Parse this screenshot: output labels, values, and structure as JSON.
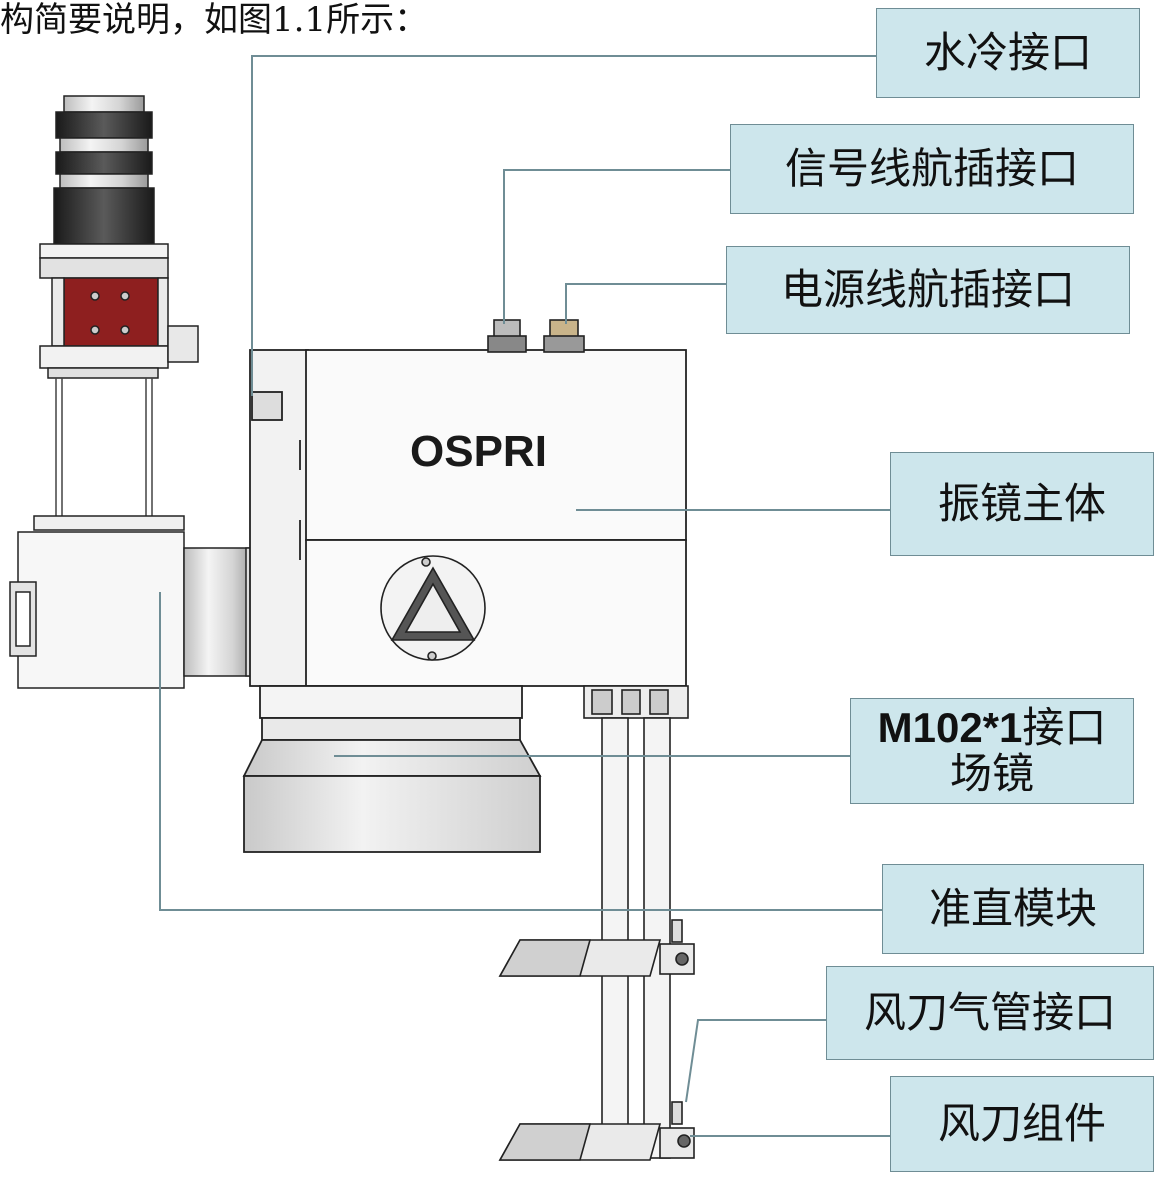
{
  "caption": "构简要说明，如图1.1所示：",
  "brand_logo": "OSPRI",
  "labels": {
    "water_cooling": "水冷接口",
    "signal_plug": "信号线航插接口",
    "power_plug": "电源线航插接口",
    "galvo_body": "振镜主体",
    "lens_interface_bold": "M102*1",
    "lens_interface_rest": "接口",
    "lens_interface_line2": "场镜",
    "collimator": "准直模块",
    "air_knife_pipe": "风刀气管接口",
    "air_knife_assembly": "风刀组件"
  },
  "colors": {
    "label_fill": "#cde6ec",
    "label_border": "#6f8d95",
    "leader_line": "#6f8d95",
    "mount_red": "#8e1f1f"
  }
}
